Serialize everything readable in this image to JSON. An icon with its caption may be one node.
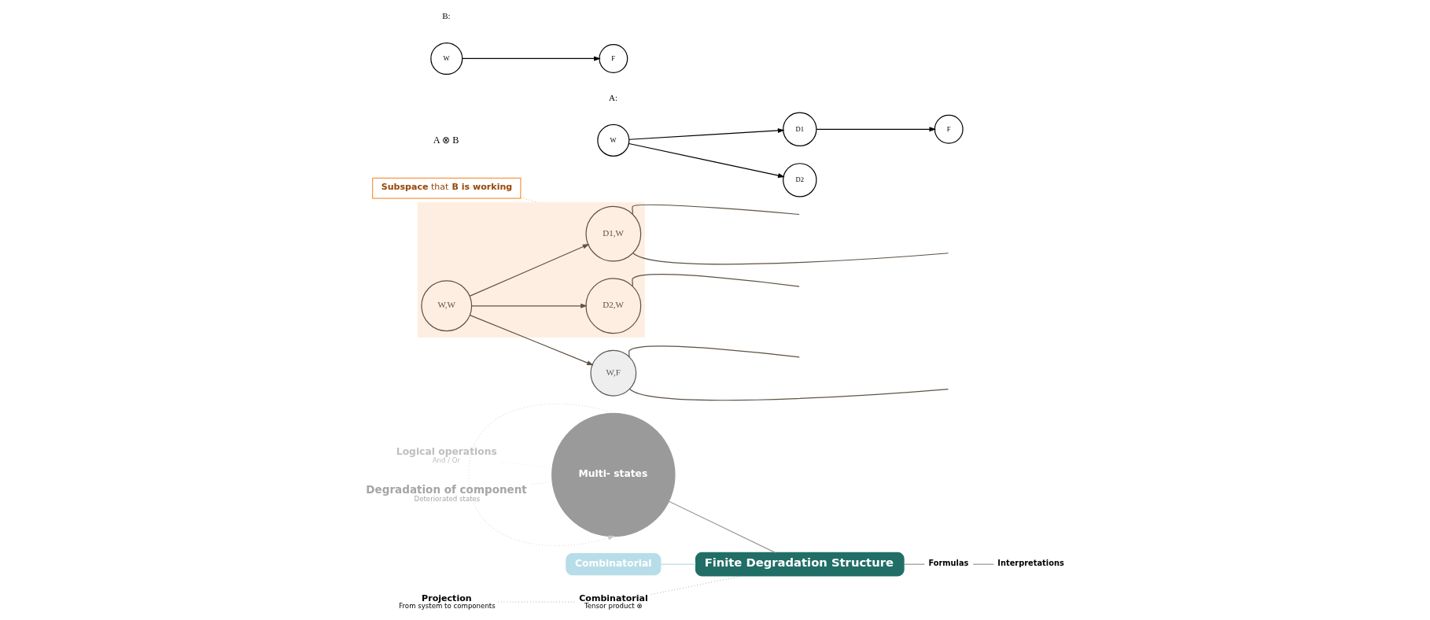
{
  "diagram": {
    "nodes": [
      {
        "text": [
          "Logical operations",
          "And / Or"
        ]
      },
      {
        "text": [
          "Degradation of component",
          "Deteriorated states"
        ]
      },
      {
        "text": [
          "Multi- states"
        ]
      },
      {
        "text": [
          "Combinatorial"
        ]
      },
      {
        "text": [
          "Finite Degradation Structure"
        ]
      },
      {
        "text": [
          "Projection",
          "From system to components"
        ]
      },
      {
        "text": [
          "Combinatorial",
          "Tensor product ⊗"
        ]
      },
      {
        "text": [
          "Formulas"
        ]
      },
      {
        "text": [
          "Interpretations"
        ]
      },
      {
        "text": [
          "**Subspace** that **B is working**"
        ]
      },
      {
        "text": [],
        "shape": "box"
      },
      {
        "text": [
          "D1,W"
        ],
        "in": 10
      },
      {
        "text": [
          "D2,W"
        ],
        "in": 10
      },
      {
        "text": [
          "W,F"
        ]
      },
      {
        "text": [
          "W,W"
        ],
        "in": 10
      },
      {
        "text": [
          "W"
        ]
      },
      {
        "text": [
          "D1"
        ]
      },
      {
        "text": [
          "F"
        ]
      },
      {
        "text": [
          "D2"
        ]
      },
      {
        "text": [
          "W"
        ]
      },
      {
        "text": [
          "F"
        ]
      }
    ],
    "edges": [
      {
        "from": 0,
        "to": 2,
        "arrow": "none",
        "style": "dashed",
        "color": "#e6e6e6"
      },
      {
        "from": 1,
        "to": 2,
        "arrow": "none",
        "style": "dashed",
        "color": "#d0d0d0"
      },
      {
        "from": 2,
        "to": 2,
        "arrow": "to",
        "style": "dashed",
        "color": "#c8c8c8"
      },
      {
        "from": 2,
        "to": 4,
        "arrow": "none"
      },
      {
        "from": 3,
        "to": 4,
        "arrow": "none",
        "color": "#b7dde8"
      },
      {
        "from": 5,
        "to": 6,
        "arrow": "none",
        "style": "dashed"
      },
      {
        "from": 6,
        "to": 4,
        "arrow": "none",
        "style": "dashed"
      },
      {
        "from": 4,
        "to": 7,
        "arrow": "none"
      },
      {
        "from": 7,
        "to": 8,
        "arrow": "none"
      },
      {
        "from": 9,
        "to": 10,
        "arrow": "none",
        "style": "dashed",
        "color": "#f79646"
      },
      {
        "from": 14,
        "to": 11,
        "arrow": "to",
        "color": "#5e5246"
      },
      {
        "from": 14,
        "to": 12,
        "arrow": "to",
        "color": "#5e5246"
      },
      {
        "from": 14,
        "to": 13,
        "arrow": "to",
        "color": "#5e5246"
      },
      {
        "from": 11,
        "to": null,
        "arrow": "none",
        "color": "#5e5246"
      },
      {
        "from": 11,
        "to": null,
        "arrow": "none",
        "color": "#5e5246"
      },
      {
        "from": 12,
        "to": null,
        "arrow": "none",
        "color": "#5e5246"
      },
      {
        "from": 13,
        "to": null,
        "arrow": "none",
        "color": "#5e5246"
      },
      {
        "from": 13,
        "to": null,
        "arrow": "none",
        "color": "#5e5246"
      },
      {
        "from": 15,
        "to": 16,
        "arrow": "to",
        "color": "#000000"
      },
      {
        "from": 16,
        "to": 17,
        "arrow": "to",
        "color": "#000000"
      },
      {
        "from": 15,
        "to": 18,
        "arrow": "to",
        "color": "#000000"
      },
      {
        "from": 19,
        "to": 20,
        "arrow": "to",
        "color": "#000000"
      }
    ],
    "labels": [
      "A ⊗ B",
      "A:",
      "B:"
    ]
  }
}
